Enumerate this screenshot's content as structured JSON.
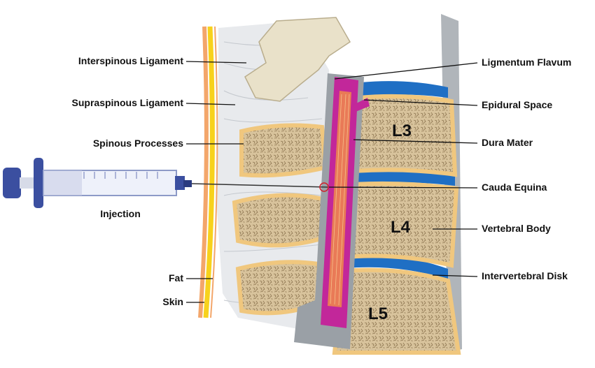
{
  "labels_left": {
    "interspinous": "Interspinous Ligament",
    "supraspinous": "Supraspinous Ligament",
    "spinous": "Spinous Processes",
    "injection": "Injection",
    "fat": "Fat",
    "skin": "Skin"
  },
  "labels_right": {
    "flavum": "Ligmentum Flavum",
    "epidural": "Epidural Space",
    "dura": "Dura Mater",
    "cauda": "Cauda Equina",
    "body": "Vertebral Body",
    "disk": "Intervertebral Disk"
  },
  "vertebrae": [
    "L3",
    "L4",
    "L5"
  ],
  "colors": {
    "bone": "#f0c77e",
    "bone_fill": "#d9c29a",
    "disk": "#1f6fc4",
    "dura": "#c2279a",
    "skin": "#f3a66a",
    "fat": "#f7d21c",
    "ligament": "#c9ccd1",
    "canal": "#9aa0a6"
  }
}
